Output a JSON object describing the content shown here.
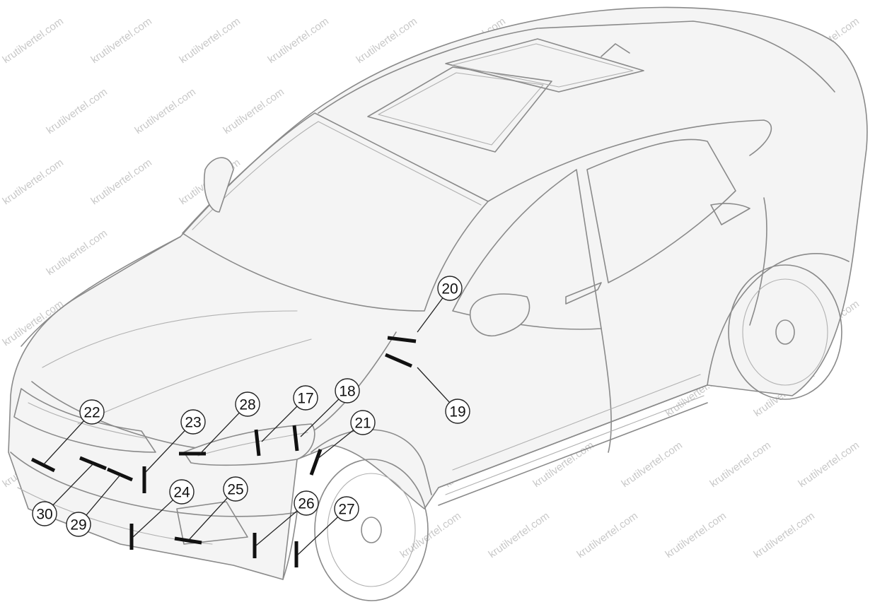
{
  "watermark": "krutilvertel.com",
  "callouts": [
    {
      "label": "20",
      "target": "windshield-lower-left"
    },
    {
      "label": "19",
      "target": "fender-top-rear"
    },
    {
      "label": "17",
      "target": "headlight-inner"
    },
    {
      "label": "18",
      "target": "headlight-outer"
    },
    {
      "label": "21",
      "target": "fender-front-edge"
    },
    {
      "label": "28",
      "target": "grille-headlight-gap"
    },
    {
      "label": "23",
      "target": "bumper-upper-left"
    },
    {
      "label": "22",
      "target": "grille-lower-left"
    },
    {
      "label": "30",
      "target": "bumper-upper-center"
    },
    {
      "label": "29",
      "target": "bumper-upper-center-right"
    },
    {
      "label": "24",
      "target": "bumper-lower-center"
    },
    {
      "label": "25",
      "target": "fog-lamp-area"
    },
    {
      "label": "26",
      "target": "bumper-corner"
    },
    {
      "label": "27",
      "target": "bumper-wheel-arch"
    }
  ]
}
